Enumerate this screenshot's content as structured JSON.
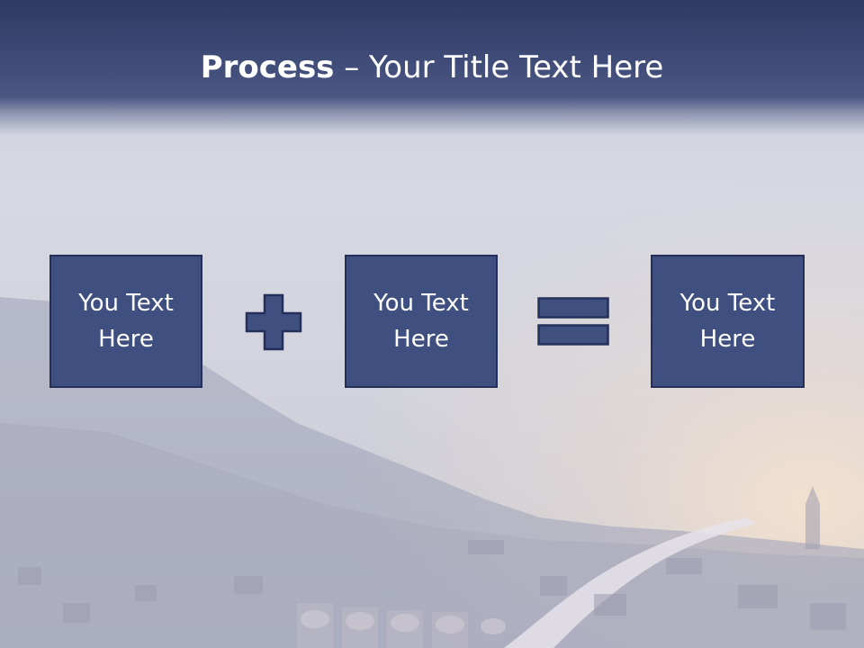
{
  "slide": {
    "title_bold": "Process",
    "title_rest": " – Your Title Text Here",
    "colors": {
      "title_bar": "#3e4a76",
      "box_fill": "#3f4f7f",
      "box_border": "#25305a",
      "text": "#ffffff"
    },
    "boxes": [
      {
        "line1": "You Text",
        "line2": "Here"
      },
      {
        "line1": "You Text",
        "line2": "Here"
      },
      {
        "line1": "You Text",
        "line2": "Here"
      }
    ],
    "operators": [
      "plus-icon",
      "equals-icon"
    ],
    "background": "city-river-valley-photo"
  }
}
